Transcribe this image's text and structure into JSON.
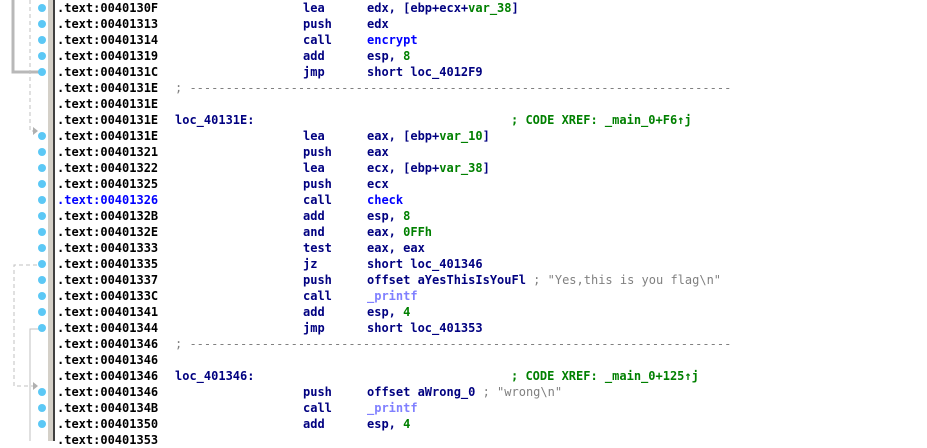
{
  "listing": {
    "rows": [
      {
        "addr": ".text:0040130F",
        "mn": "lea",
        "ops": [
          {
            "t": "edx, [ebp+ecx+",
            "c": "reg"
          },
          {
            "t": "var_38",
            "c": "var"
          },
          {
            "t": "]",
            "c": "reg"
          }
        ],
        "bp": true
      },
      {
        "addr": ".text:00401313",
        "mn": "push",
        "ops": [
          {
            "t": "edx",
            "c": "reg"
          }
        ],
        "bp": true
      },
      {
        "addr": ".text:00401314",
        "mn": "call",
        "ops": [
          {
            "t": "encrypt",
            "c": "fn"
          }
        ],
        "bp": true
      },
      {
        "addr": ".text:00401319",
        "mn": "add",
        "ops": [
          {
            "t": "esp, ",
            "c": "reg"
          },
          {
            "t": "8",
            "c": "num"
          }
        ],
        "bp": true
      },
      {
        "addr": ".text:0040131C",
        "mn": "jmp",
        "ops": [
          {
            "t": "short loc_4012F9",
            "c": "reg"
          }
        ],
        "bp": true
      },
      {
        "addr": ".text:0040131E",
        "sep": "; ---------------------------------------------------------------------------"
      },
      {
        "addr": ".text:0040131E"
      },
      {
        "addr": ".text:0040131E",
        "label": "loc_40131E:",
        "xref": "; CODE XREF: _main_0+F6↑j"
      },
      {
        "addr": ".text:0040131E",
        "mn": "lea",
        "ops": [
          {
            "t": "eax, [ebp+",
            "c": "reg"
          },
          {
            "t": "var_10",
            "c": "var"
          },
          {
            "t": "]",
            "c": "reg"
          }
        ],
        "bp": true
      },
      {
        "addr": ".text:00401321",
        "mn": "push",
        "ops": [
          {
            "t": "eax",
            "c": "reg"
          }
        ],
        "bp": true
      },
      {
        "addr": ".text:00401322",
        "mn": "lea",
        "ops": [
          {
            "t": "ecx, [ebp+",
            "c": "reg"
          },
          {
            "t": "var_38",
            "c": "var"
          },
          {
            "t": "]",
            "c": "reg"
          }
        ],
        "bp": true
      },
      {
        "addr": ".text:00401325",
        "mn": "push",
        "ops": [
          {
            "t": "ecx",
            "c": "reg"
          }
        ],
        "bp": true
      },
      {
        "addr": ".text:00401326",
        "mn": "call",
        "ops": [
          {
            "t": "check",
            "c": "fn"
          }
        ],
        "bp": true,
        "current": true
      },
      {
        "addr": ".text:0040132B",
        "mn": "add",
        "ops": [
          {
            "t": "esp, ",
            "c": "reg"
          },
          {
            "t": "8",
            "c": "num"
          }
        ],
        "bp": true
      },
      {
        "addr": ".text:0040132E",
        "mn": "and",
        "ops": [
          {
            "t": "eax, ",
            "c": "reg"
          },
          {
            "t": "0FFh",
            "c": "num"
          }
        ],
        "bp": true
      },
      {
        "addr": ".text:00401333",
        "mn": "test",
        "ops": [
          {
            "t": "eax, eax",
            "c": "reg"
          }
        ],
        "bp": true
      },
      {
        "addr": ".text:00401335",
        "mn": "jz",
        "ops": [
          {
            "t": "short loc_401346",
            "c": "reg"
          }
        ],
        "bp": true
      },
      {
        "addr": ".text:00401337",
        "mn": "push",
        "ops": [
          {
            "t": "offset aYesThisIsYouFl ",
            "c": "reg"
          },
          {
            "t": "; \"Yes,this is you flag\\n\"",
            "c": "cmt"
          }
        ],
        "bp": true
      },
      {
        "addr": ".text:0040133C",
        "mn": "call",
        "ops": [
          {
            "t": "_printf",
            "c": "imp"
          }
        ],
        "bp": true
      },
      {
        "addr": ".text:00401341",
        "mn": "add",
        "ops": [
          {
            "t": "esp, ",
            "c": "reg"
          },
          {
            "t": "4",
            "c": "num"
          }
        ],
        "bp": true
      },
      {
        "addr": ".text:00401344",
        "mn": "jmp",
        "ops": [
          {
            "t": "short loc_401353",
            "c": "reg"
          }
        ],
        "bp": true
      },
      {
        "addr": ".text:00401346",
        "sep": "; ---------------------------------------------------------------------------"
      },
      {
        "addr": ".text:00401346"
      },
      {
        "addr": ".text:00401346",
        "label": "loc_401346:",
        "xref": "; CODE XREF: _main_0+125↑j"
      },
      {
        "addr": ".text:00401346",
        "mn": "push",
        "ops": [
          {
            "t": "offset aWrong_0 ",
            "c": "reg"
          },
          {
            "t": "; \"wrong\\n\"",
            "c": "cmt"
          }
        ],
        "bp": true
      },
      {
        "addr": ".text:0040134B",
        "mn": "call",
        "ops": [
          {
            "t": "_printf",
            "c": "imp"
          }
        ],
        "bp": true
      },
      {
        "addr": ".text:00401350",
        "mn": "add",
        "ops": [
          {
            "t": "esp, ",
            "c": "reg"
          },
          {
            "t": "4",
            "c": "num"
          }
        ],
        "bp": true
      },
      {
        "addr": ".text:00401353"
      }
    ]
  },
  "colors": {
    "address": "#000000",
    "current_address": "#0000ff",
    "mnemonic": "#000080",
    "register": "#000080",
    "variable": "#008000",
    "number": "#008000",
    "function": "#0000ff",
    "import": "#8080ff",
    "comment": "#808080",
    "xref": "#008000",
    "breakpoint_dot": "#5cc8f5",
    "divider": "#d4d0c8"
  },
  "icons": {
    "breakpoint": "breakpoint-dot-icon",
    "jump_arrow": "jump-arrow-icon"
  }
}
